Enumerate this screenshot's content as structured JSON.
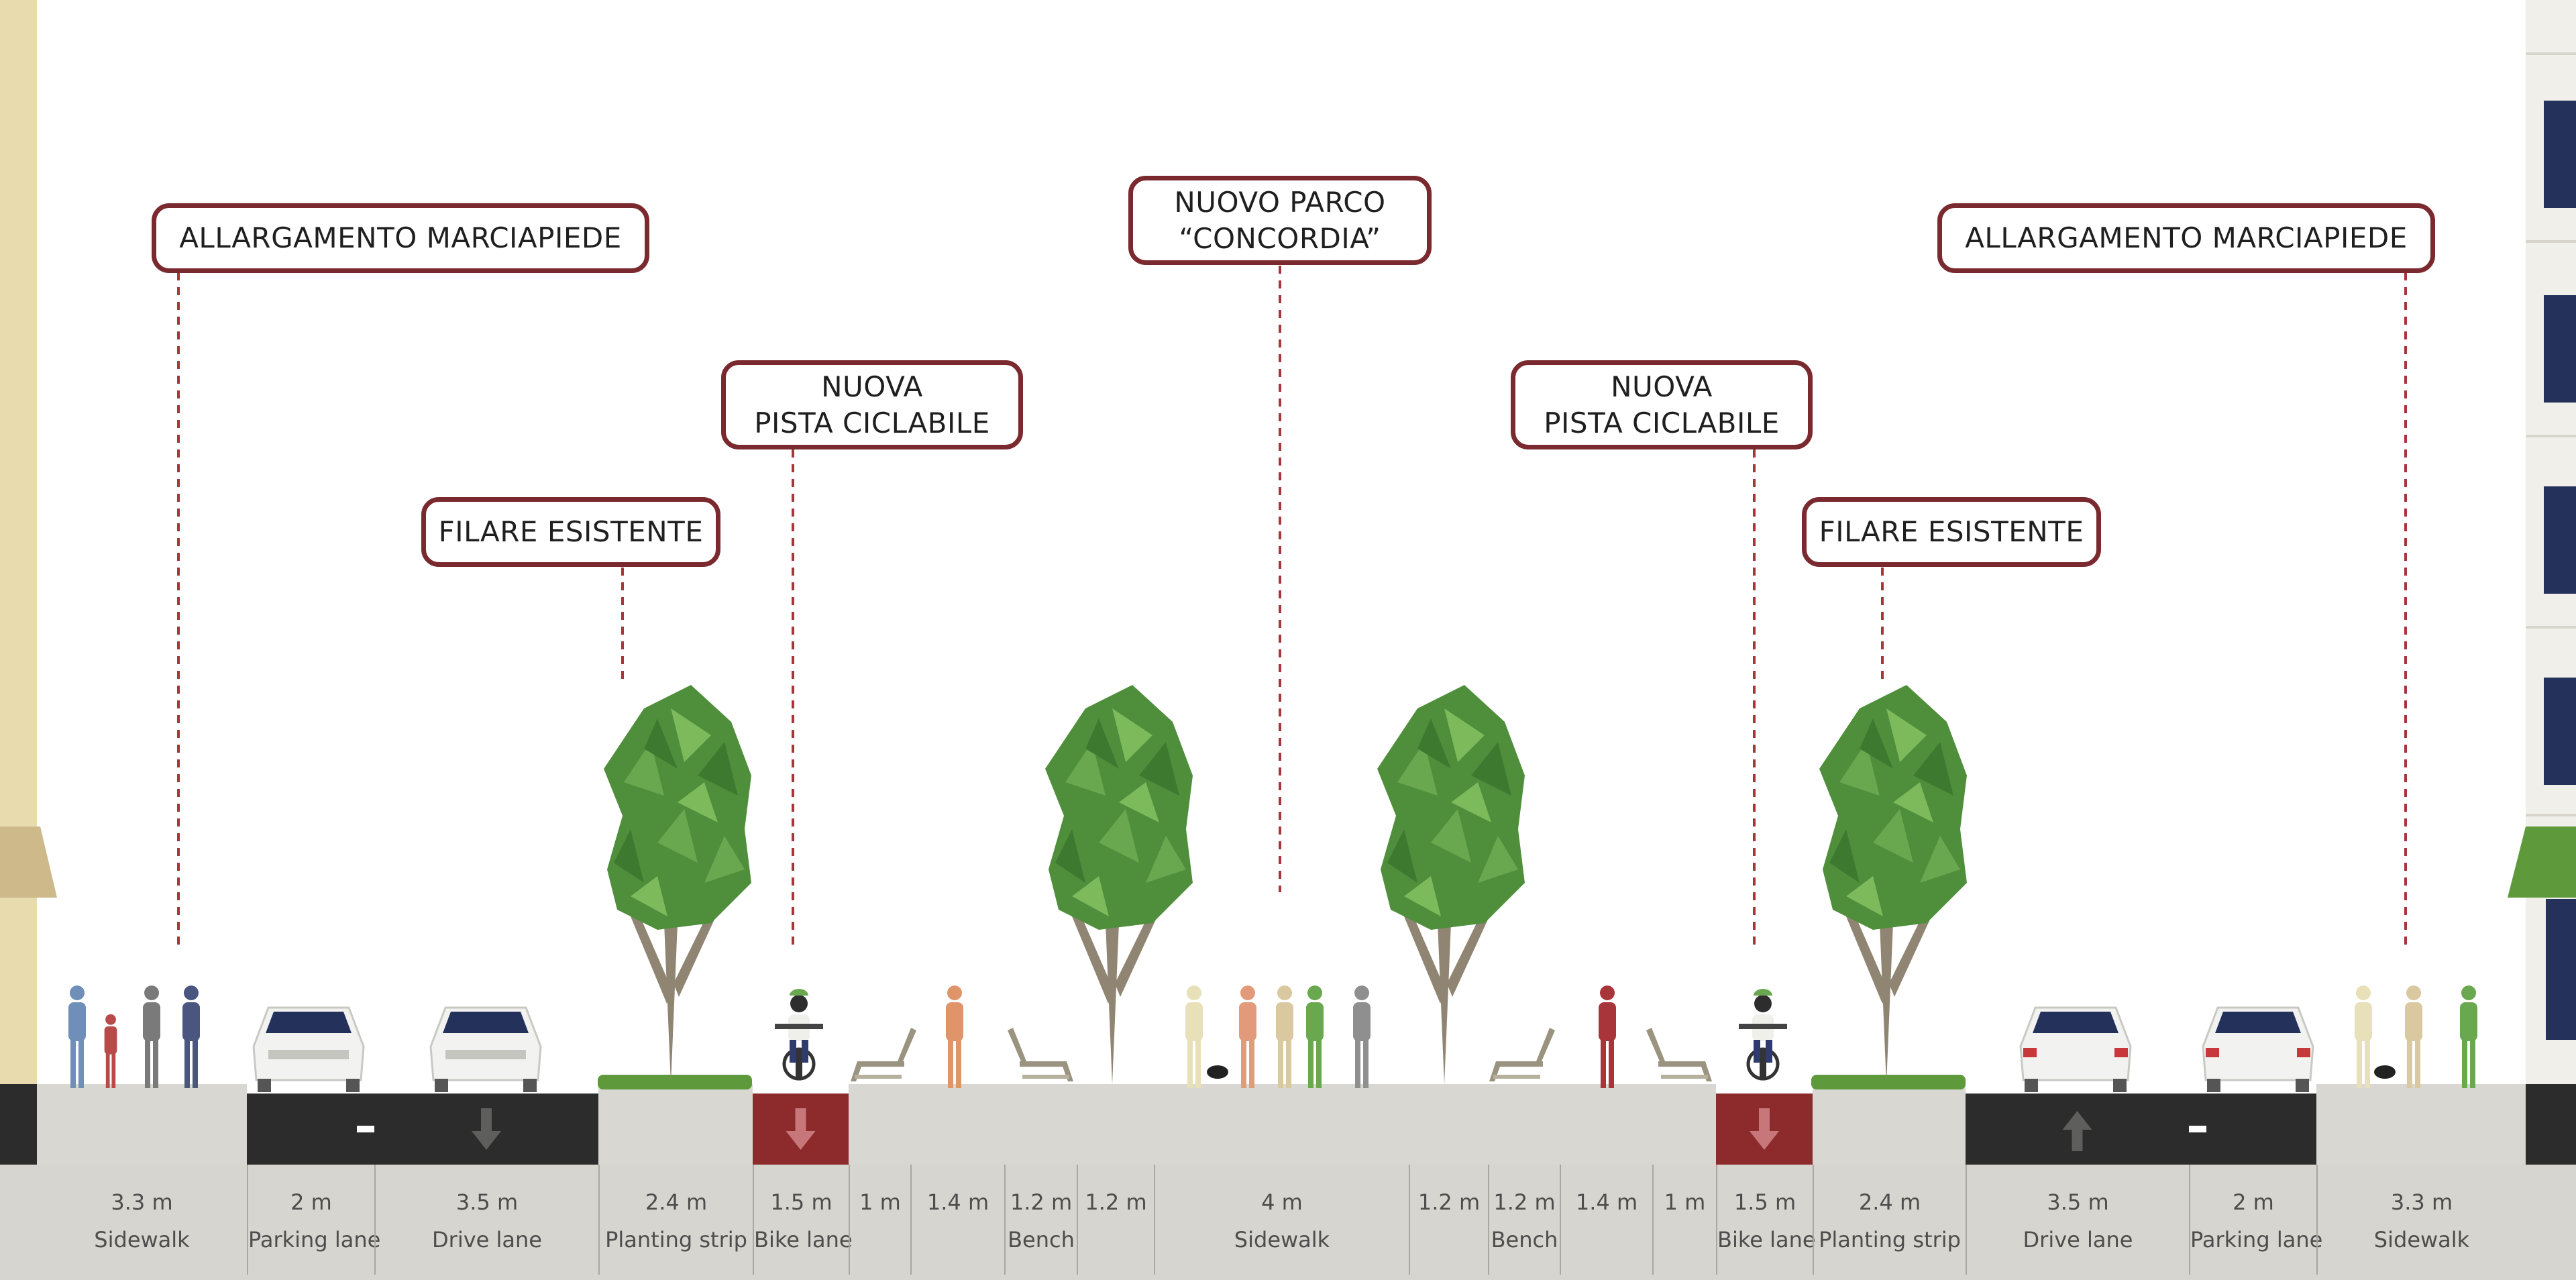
{
  "callouts": [
    {
      "lines": [
        "ALLARGAMENTO MARCIAPIEDE"
      ]
    },
    {
      "lines": [
        "FILARE ESISTENTE"
      ]
    },
    {
      "lines": [
        "NUOVA",
        "PISTA CICLABILE"
      ]
    },
    {
      "lines": [
        "NUOVO PARCO",
        "“CONCORDIA”"
      ]
    },
    {
      "lines": [
        "NUOVA",
        "PISTA CICLABILE"
      ]
    },
    {
      "lines": [
        "FILARE ESISTENTE"
      ]
    },
    {
      "lines": [
        "ALLARGAMENTO MARCIAPIEDE"
      ]
    }
  ],
  "segments": [
    {
      "width": "3.3 m",
      "name": "Sidewalk",
      "surface": "sidewalk"
    },
    {
      "width": "2 m",
      "name": "Parking lane",
      "surface": "asphalt",
      "direction": "none"
    },
    {
      "width": "3.5 m",
      "name": "Drive lane",
      "surface": "asphalt",
      "direction": "down"
    },
    {
      "width": "2.4 m",
      "name": "Planting strip",
      "surface": "sidewalk"
    },
    {
      "width": "1.5 m",
      "name": "Bike lane",
      "surface": "bike",
      "direction": "down"
    },
    {
      "width": "1 m",
      "name": "",
      "surface": "sidewalk"
    },
    {
      "width": "1.4 m",
      "name": "",
      "surface": "sidewalk"
    },
    {
      "width": "1.2 m",
      "name": "Bench",
      "surface": "sidewalk"
    },
    {
      "width": "1.2 m",
      "name": "",
      "surface": "sidewalk"
    },
    {
      "width": "4 m",
      "name": "Sidewalk",
      "surface": "sidewalk"
    },
    {
      "width": "1.2 m",
      "name": "",
      "surface": "sidewalk"
    },
    {
      "width": "1.2 m",
      "name": "Bench",
      "surface": "sidewalk"
    },
    {
      "width": "1.4 m",
      "name": "",
      "surface": "sidewalk"
    },
    {
      "width": "1 m",
      "name": "",
      "surface": "sidewalk"
    },
    {
      "width": "1.5 m",
      "name": "Bike lane",
      "surface": "bike",
      "direction": "down"
    },
    {
      "width": "2.4 m",
      "name": "Planting strip",
      "surface": "sidewalk"
    },
    {
      "width": "3.5 m",
      "name": "Drive lane",
      "surface": "asphalt",
      "direction": "up"
    },
    {
      "width": "2 m",
      "name": "Parking lane",
      "surface": "asphalt",
      "direction": "none"
    },
    {
      "width": "3.3 m",
      "name": "Sidewalk",
      "surface": "sidewalk"
    }
  ],
  "colors": {
    "callout_border": "#7a2a2e",
    "leader_line": "#a8353a",
    "asphalt": "#2b2c2b",
    "bike_lane": "#8c2a2c",
    "sidewalk": "#d8d7d1",
    "label_band": "#d7d5cf",
    "grass": "#5e9a3c",
    "tree_foliage": "#4d8c3a",
    "left_building": "#e8dcae",
    "right_building": "#f0efe9"
  }
}
